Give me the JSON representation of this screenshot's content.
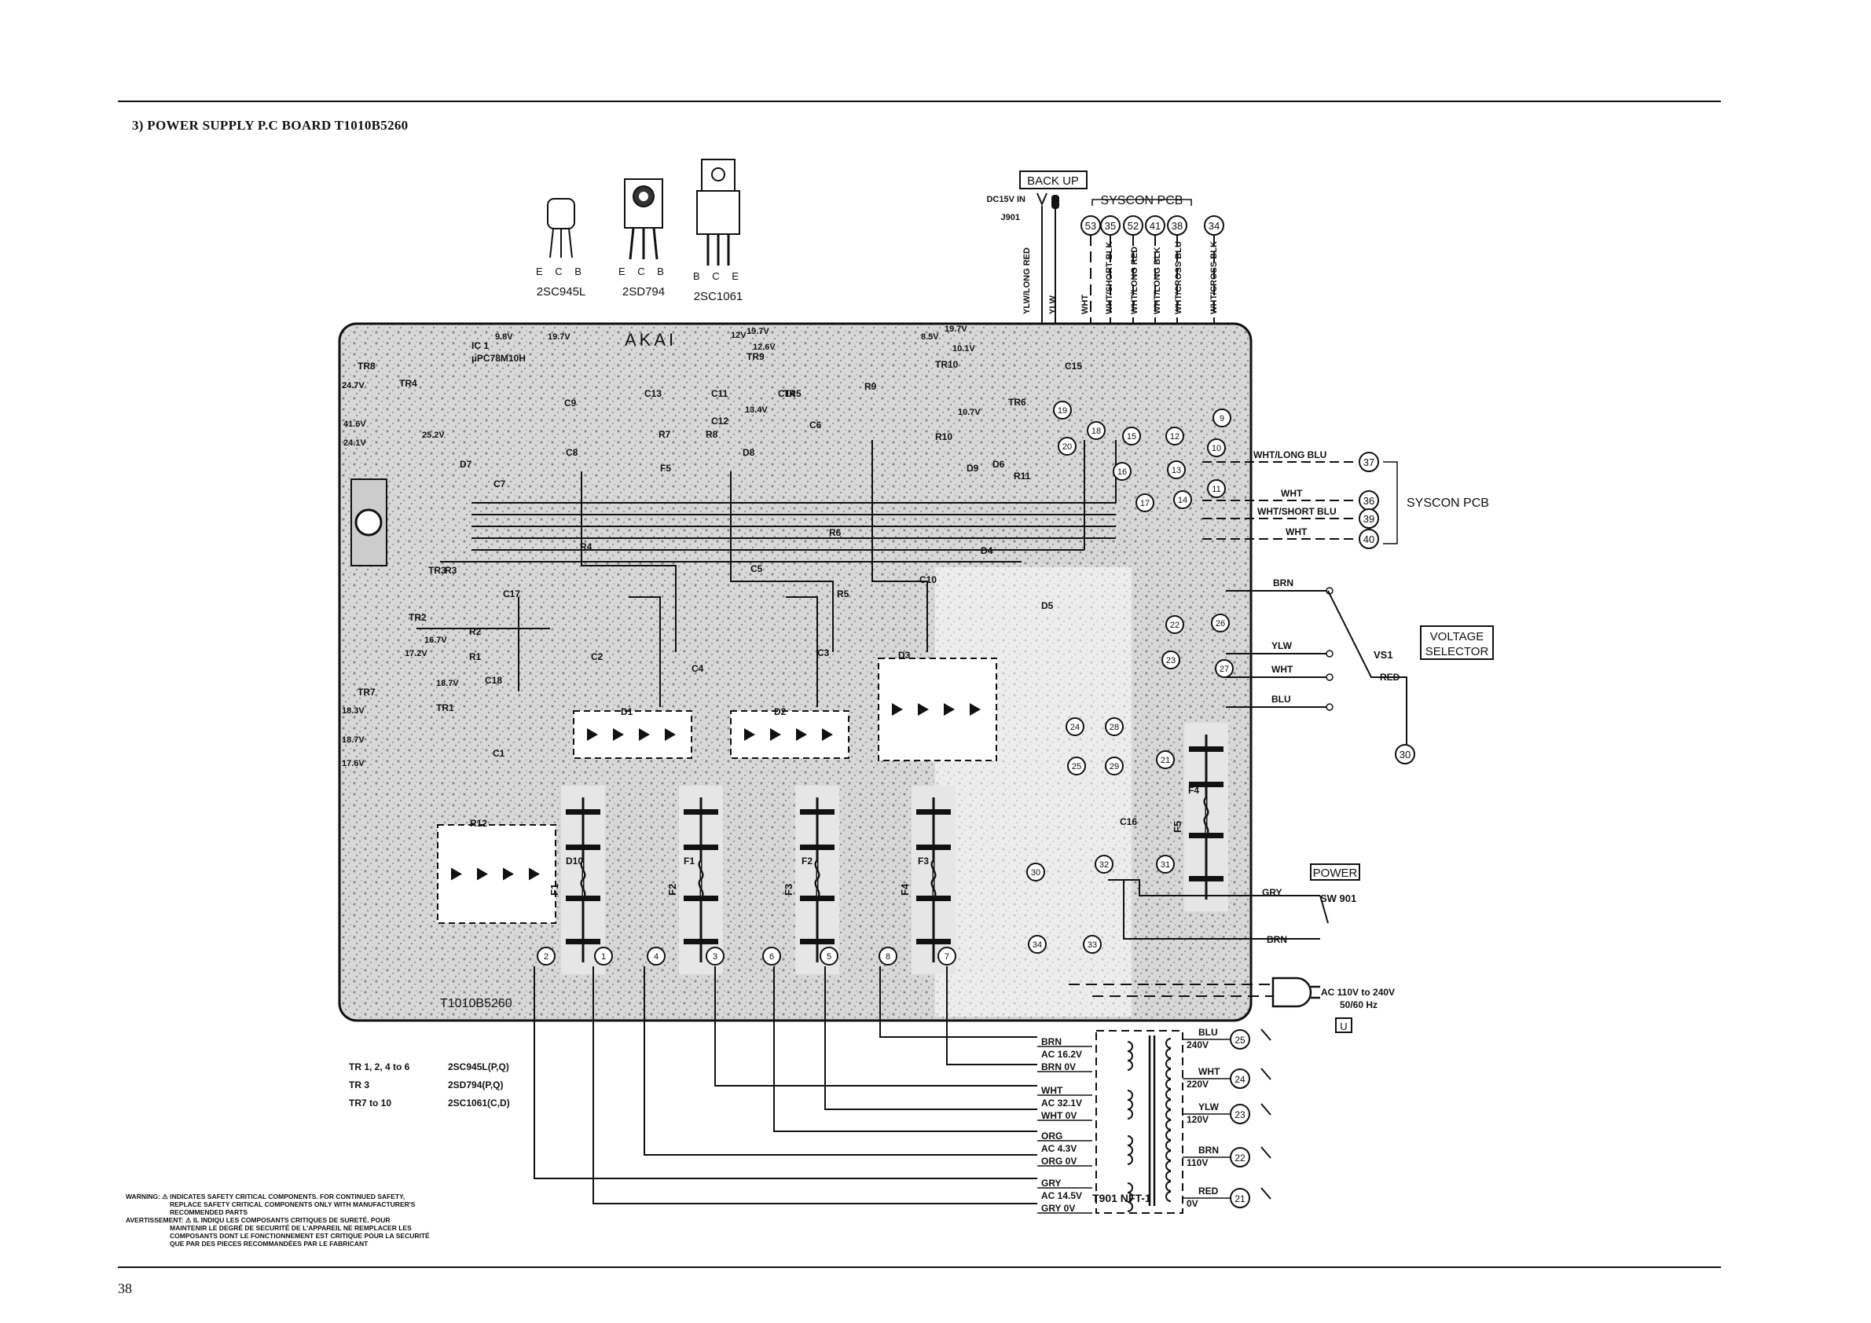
{
  "page": {
    "heading": "3) POWER SUPPLY P.C BOARD T1010B5260",
    "page_number": "38"
  },
  "transistor_packages": [
    {
      "model": "2SC945L",
      "pins": "E C B"
    },
    {
      "model": "2SD794",
      "pins": "E C B"
    },
    {
      "model": "2SC1061",
      "pins": "B C E"
    }
  ],
  "top_connectors": {
    "back_up_label": "BACK UP",
    "dc_in_label": "DC15V IN",
    "jack_label": "J901",
    "syscon_label": "SYSCON PCB",
    "terminal_numbers": [
      "53",
      "35",
      "52",
      "41",
      "38",
      "34"
    ],
    "wire_labels": [
      "YLW/LONG RED",
      "YLW",
      "WHT",
      "WHT/SHORT BLK",
      "WHT/LONG RED",
      "WHT/LONG BLK",
      "WHT/CROSS BLU",
      "WHT/CROSS BLK"
    ]
  },
  "right_syscon": {
    "label": "SYSCON PCB",
    "wires": [
      {
        "label": "WHT/LONG BLU",
        "terminal": "37"
      },
      {
        "label": "WHT",
        "terminal": "36"
      },
      {
        "label": "WHT/SHORT BLU",
        "terminal": "39"
      },
      {
        "label": "WHT",
        "terminal": "40"
      }
    ]
  },
  "voltage_selector": {
    "label_line1": "VOLTAGE",
    "label_line2": "SELECTOR",
    "switch": "VS1",
    "wires": [
      "BRN",
      "YLW",
      "WHT",
      "BLU",
      "RED"
    ],
    "terminal": "30"
  },
  "power_switch": {
    "label": "POWER",
    "switch": "SW 901",
    "wires": [
      "GRY",
      "BRN"
    ]
  },
  "ac_input": {
    "line1": "AC 110V to 240V",
    "line2": "50/60 Hz",
    "mark": "U"
  },
  "board": {
    "brand": "AKAI",
    "board_code": "T1010B5260",
    "ic": "IC 1",
    "ic_part": "µPC78M10H",
    "components": [
      "TR8",
      "TR4",
      "TR3",
      "TR2",
      "TR1",
      "TR7",
      "TR9",
      "TR5",
      "TR10",
      "TR6",
      "C1",
      "C2",
      "C3",
      "C4",
      "C5",
      "C6",
      "C7",
      "C8",
      "C9",
      "C10",
      "C11",
      "C12",
      "C13",
      "C14",
      "C15",
      "C16",
      "C17",
      "C18",
      "R1",
      "R2",
      "R3",
      "R4",
      "R5",
      "R6",
      "R7",
      "R8",
      "R9",
      "R10",
      "R11",
      "R12",
      "D1",
      "D2",
      "D3",
      "D4",
      "D5",
      "D6",
      "D7",
      "D8",
      "D9",
      "D10",
      "F1",
      "F2",
      "F3",
      "F4",
      "F5"
    ],
    "voltages": [
      "9.8V",
      "19.7V",
      "24.7V",
      "41.6V",
      "25.2V",
      "24.1V",
      "12V",
      "19.7V",
      "12.6V",
      "13.4V",
      "8.5V",
      "19.7V",
      "10.1V",
      "10.7V",
      "18.7V",
      "17.2V",
      "16.7V",
      "18.3V",
      "18.7V",
      "17.6V"
    ],
    "terminals": [
      "1",
      "2",
      "3",
      "4",
      "5",
      "6",
      "7",
      "8",
      "9",
      "10",
      "11",
      "12",
      "13",
      "14",
      "15",
      "16",
      "17",
      "18",
      "19",
      "20",
      "21",
      "22",
      "23",
      "24",
      "25",
      "26",
      "27",
      "28",
      "29",
      "30",
      "31",
      "32",
      "33",
      "34"
    ]
  },
  "transformer": {
    "name": "T901 NFT-1",
    "primary": [
      {
        "wire": "BLU",
        "voltage": "240V",
        "terminal": "25"
      },
      {
        "wire": "WHT",
        "voltage": "220V",
        "terminal": "24"
      },
      {
        "wire": "YLW",
        "voltage": "120V",
        "terminal": "23"
      },
      {
        "wire": "BRN",
        "voltage": "110V",
        "terminal": "22"
      },
      {
        "wire": "RED",
        "voltage": "0V",
        "terminal": "21"
      }
    ],
    "secondary": [
      {
        "top": "BRN",
        "ac": "AC 16.2V",
        "bottom": "BRN 0V"
      },
      {
        "top": "WHT",
        "ac": "AC 32.1V",
        "bottom": "WHT 0V"
      },
      {
        "top": "ORG",
        "ac": "AC 4.3V",
        "bottom": "ORG 0V"
      },
      {
        "top": "GRY",
        "ac": "AC 14.5V",
        "bottom": "GRY 0V"
      }
    ]
  },
  "transistor_table": [
    {
      "refs": "TR 1, 2, 4 to 6",
      "part": "2SC945L(P,Q)"
    },
    {
      "refs": "TR 3",
      "part": "2SD794(P,Q)"
    },
    {
      "refs": "TR7 to 10",
      "part": "2SC1061(C,D)"
    }
  ],
  "warnings": [
    "WARNING: ⚠ INDICATES SAFETY CRITICAL COMPONENTS. FOR CONTINUED SAFETY,",
    "REPLACE SAFETY CRITICAL COMPONENTS ONLY WITH MANUFACTURER'S",
    "RECOMMENDED PARTS",
    "AVERTISSEMENT: ⚠ IL INDIQU LES COMPOSANTS CRITIQUES DE SURETÉ. POUR",
    "MAINTENIR LE DEGRÉ DE SECURITÉ DE L'APPAREIL NE REMPLACER LES",
    "COMPOSANTS DONT LE FONCTIONNEMENT EST CRITIQUE POUR LA SECURITÉ",
    "QUE PAR DES PIECES RECOMMANDÉES PAR LE FABRICANT"
  ]
}
